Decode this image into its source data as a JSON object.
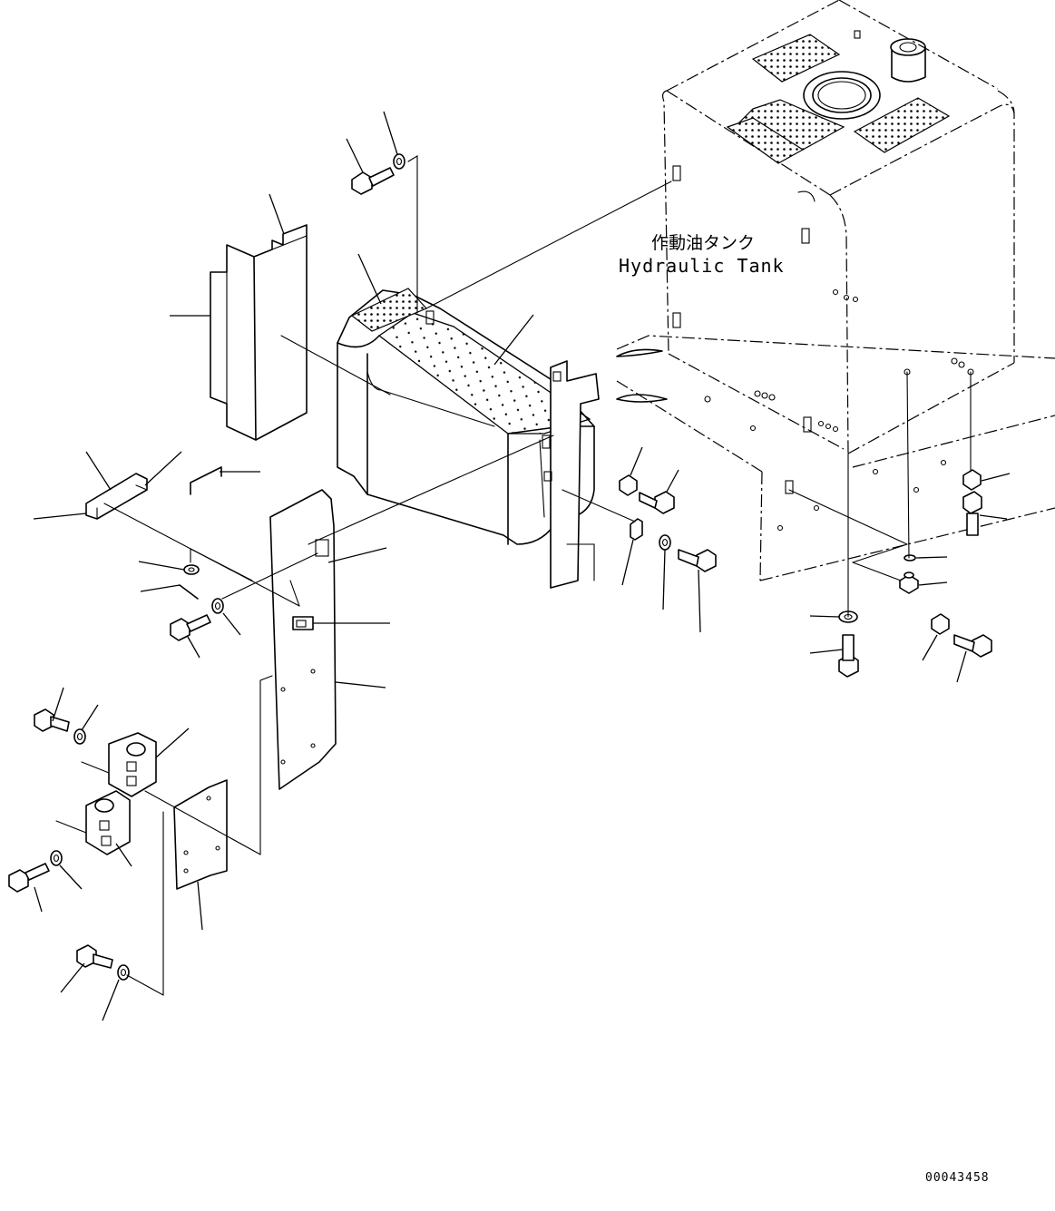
{
  "labels": {
    "tank_jp": "作動油タンク",
    "tank_en": "Hydraulic Tank",
    "drawing_number": "00043458"
  },
  "colors": {
    "line": "#000000",
    "background": "#ffffff"
  }
}
